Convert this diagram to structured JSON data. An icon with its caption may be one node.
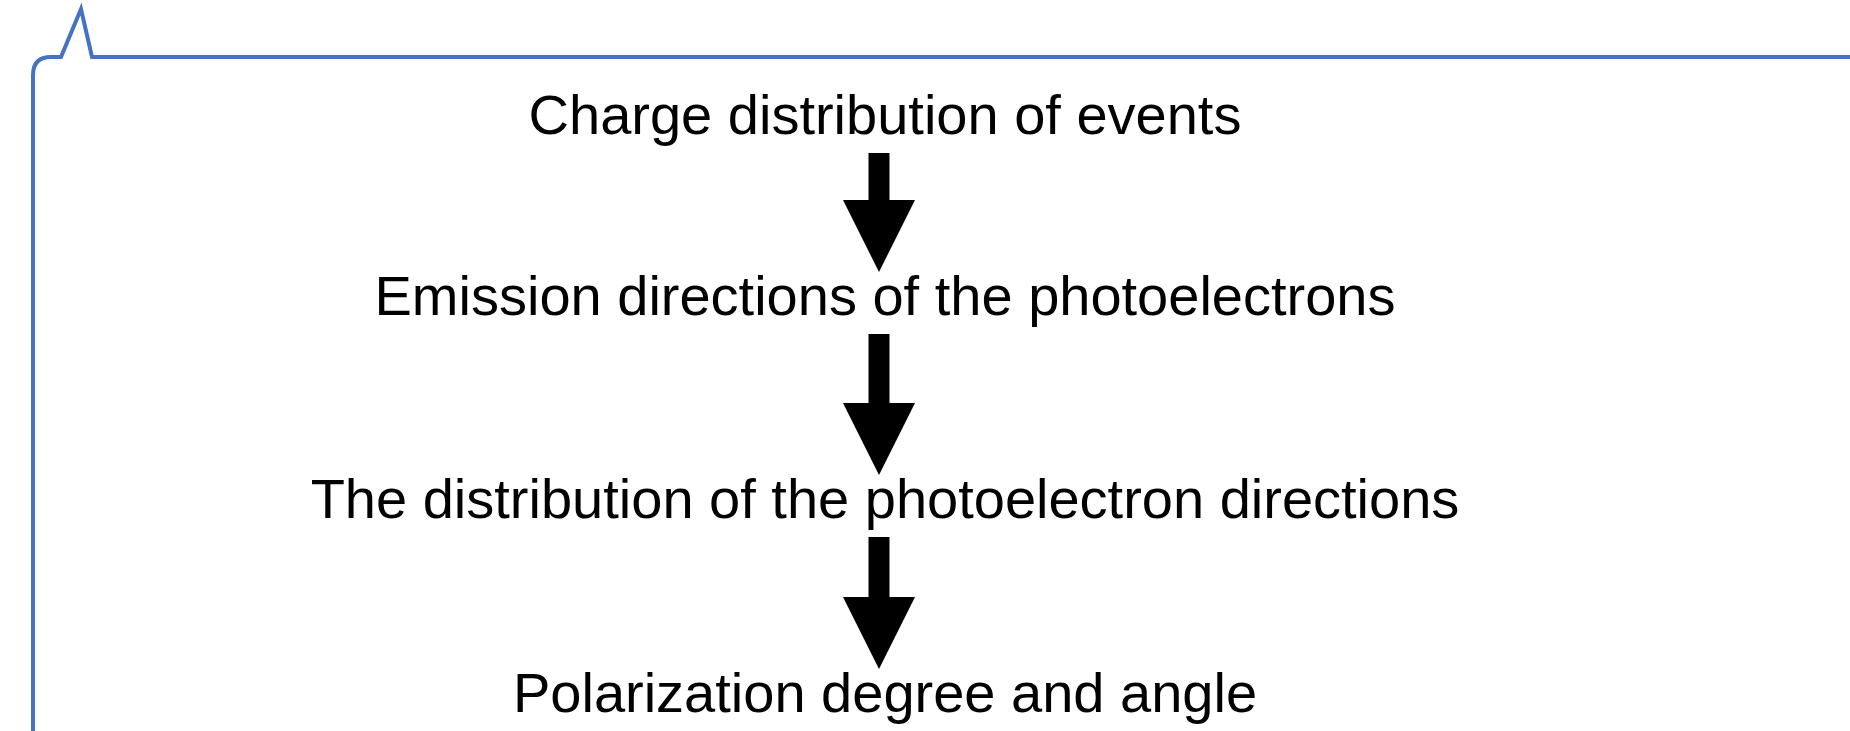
{
  "diagram": {
    "nodes": [
      {
        "text": [],
        "shape": "callout"
      },
      {
        "text": [
          "Charge distribution of events"
        ],
        "in": 0
      },
      {
        "text": [
          "Emission directions of the photoelectrons"
        ],
        "in": 0
      },
      {
        "text": [
          "The distribution of the photoelectron directions"
        ],
        "in": 0
      },
      {
        "text": [
          "Polarization degree and angle"
        ],
        "in": 0
      }
    ],
    "edges": [
      {
        "from": 1,
        "to": 2,
        "arrow": "to"
      },
      {
        "from": 2,
        "to": 3,
        "arrow": "to"
      },
      {
        "from": 3,
        "to": 4,
        "arrow": "to"
      }
    ]
  }
}
